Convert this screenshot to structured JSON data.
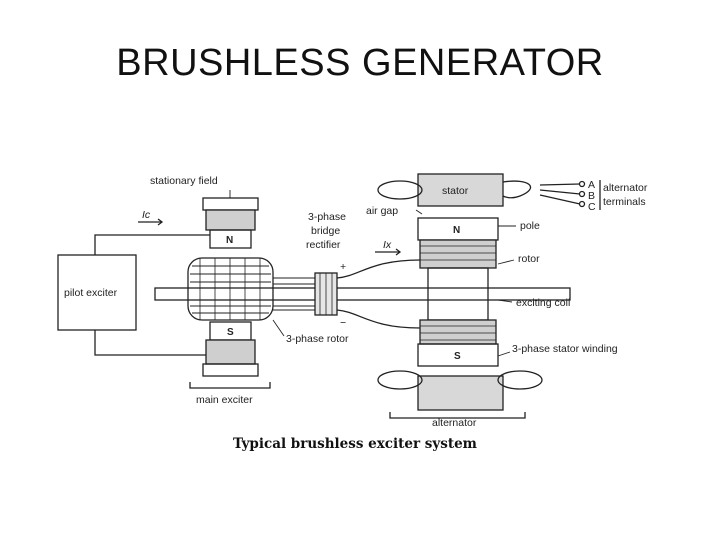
{
  "slide": {
    "title": "BRUSHLESS GENERATOR"
  },
  "diagram": {
    "caption": "Typical brushless exciter system",
    "labels": {
      "stationary_field": "stationary field",
      "ic": "Ic",
      "pilot_exciter": "pilot exciter",
      "phase3_bridge_line1": "3-phase",
      "phase3_bridge_line2": "bridge",
      "phase3_bridge_line3": "rectifier",
      "plus": "+",
      "minus": "−",
      "ix": "Ix",
      "phase3_rotor": "3-phase rotor",
      "main_exciter": "main exciter",
      "stator": "stator",
      "air_gap": "air gap",
      "pole": "pole",
      "rotor": "rotor",
      "exciting_coil": "exciting coil",
      "stator_winding": "3-phase stator winding",
      "alternator": "alternator",
      "alt_terminals_line1": "alternator",
      "alt_terminals_line2": "terminals",
      "terminal_a": "A",
      "terminal_b": "B",
      "terminal_c": "C",
      "pole_n_exciter": "N",
      "pole_s_exciter": "S",
      "pole_n_alternator": "N",
      "pole_s_alternator": "S"
    }
  }
}
